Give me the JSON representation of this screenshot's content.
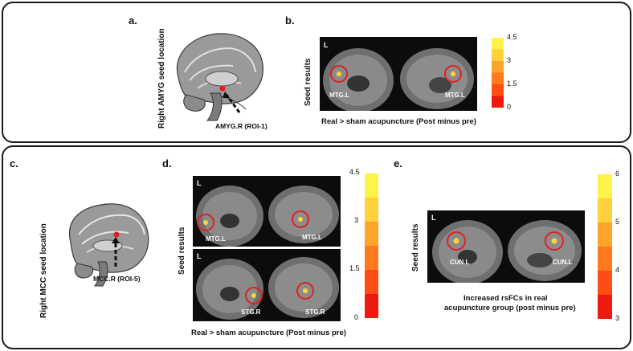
{
  "panels": {
    "a": {
      "letter": "a.",
      "vlabel": "Right AMYG seed location",
      "roi": "AMYG.R (ROI-1)"
    },
    "b": {
      "letter": "b.",
      "vlabel": "Seed results",
      "L": "L",
      "tags": [
        "MTG.L",
        "MTG.L"
      ],
      "caption": "Real > sham acupuncture (Post minus pre)",
      "ticks": [
        "4.5",
        "3",
        "1.5",
        "0"
      ]
    },
    "c": {
      "letter": "c.",
      "vlabel": "Right MCC seed location",
      "roi": "MCC.R (ROI-5)"
    },
    "d": {
      "letter": "d.",
      "vlabel": "Seed results",
      "L_top": "L",
      "L_bottom": "L",
      "tags": [
        "MTG.L",
        "MTG.L",
        "STG.R",
        "STG.R"
      ],
      "caption": "Real > sham acupuncture (Post minus pre)",
      "ticks": [
        "4.5",
        "3",
        "1.5",
        "0"
      ]
    },
    "e": {
      "letter": "e.",
      "vlabel": "Seed results",
      "L": "L",
      "tags": [
        "CUN.L",
        "CUN.L"
      ],
      "caption_line1": "Increased rsFCs in real",
      "caption_line2": "acupuncture group (post minus pre)",
      "ticks": [
        "6",
        "5",
        "4",
        "3"
      ]
    }
  },
  "colors": {
    "scale_top_to_bottom": [
      "#fff34a",
      "#ffd13a",
      "#ffa42a",
      "#ff7a1e",
      "#ff4d14",
      "#ee1a0e"
    ],
    "circle": "#e0201f",
    "seed": "#e0201f"
  }
}
